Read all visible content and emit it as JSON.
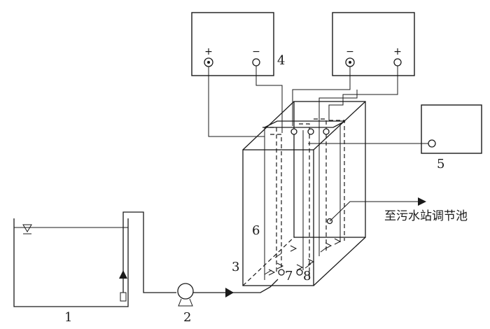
{
  "labels": {
    "tank": "1",
    "pump": "2",
    "reactor": "3",
    "power_supply": "4",
    "meter": "5",
    "electrode": "6",
    "aerator_left": "7",
    "aerator_right": "8"
  },
  "power_left": {
    "positive": "+",
    "negative": "−"
  },
  "power_right": {
    "negative": "−",
    "positive": "+"
  },
  "outlet_destination": "至污水站调节池"
}
